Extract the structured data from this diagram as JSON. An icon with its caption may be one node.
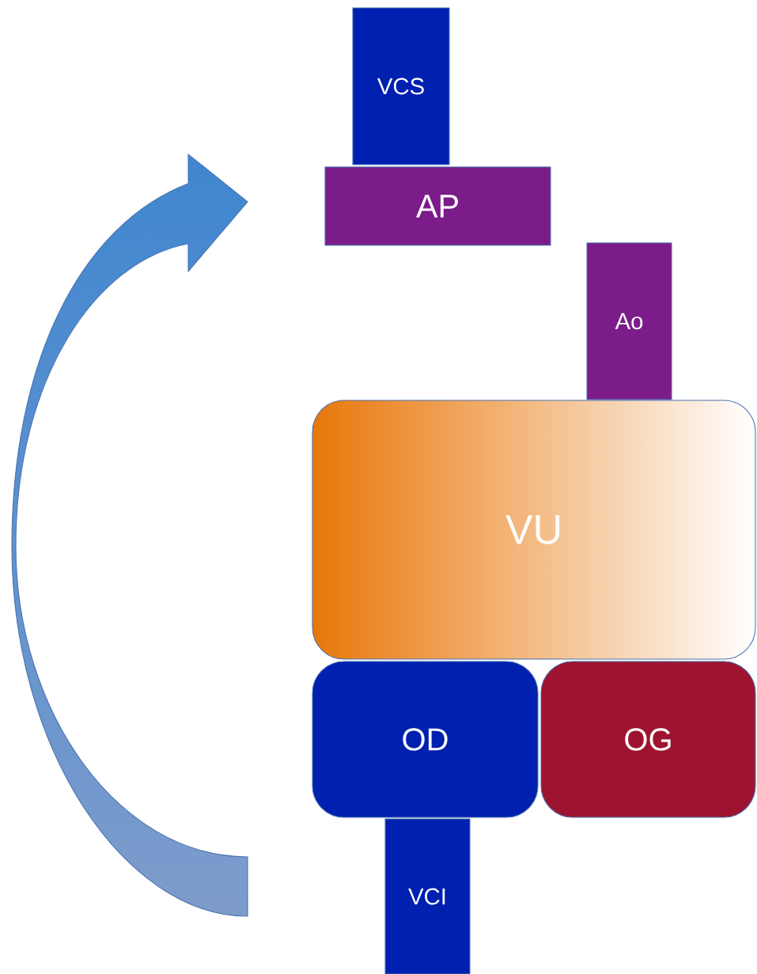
{
  "diagram": {
    "nodes": [
      {
        "text": [
          "VCS"
        ]
      },
      {
        "text": [
          "AP"
        ]
      },
      {
        "text": [
          "Ao"
        ]
      },
      {
        "text": [
          "VU"
        ]
      },
      {
        "text": [
          "OD"
        ]
      },
      {
        "text": [
          "OG"
        ]
      },
      {
        "text": [
          "VCI"
        ]
      }
    ]
  }
}
